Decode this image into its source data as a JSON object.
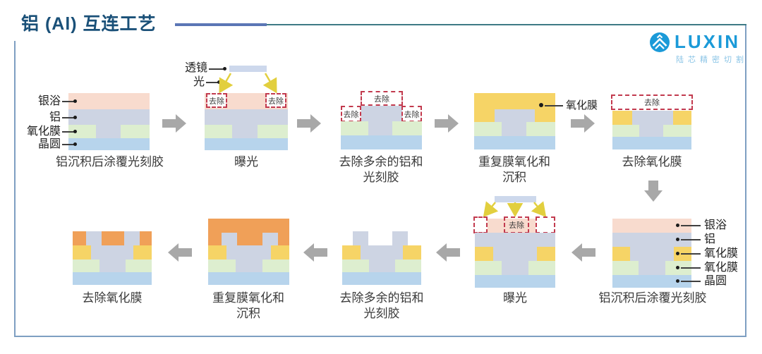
{
  "page": {
    "title": "铝 (Al) 互连工艺"
  },
  "logo": {
    "name": "LUXIN",
    "subtitle": "陆芯精密切割"
  },
  "labels": {
    "remove": "去除",
    "lens": "透镜",
    "light": "光",
    "oxide_callout": "氧化膜"
  },
  "stack_labels": {
    "s1": [
      "银浴",
      "铝",
      "氧化膜",
      "晶圆"
    ],
    "s6": [
      "银浴",
      "铝",
      "氧化膜",
      "氧化膜",
      "晶圆"
    ]
  },
  "steps_row1": [
    {
      "caption": "铝沉积后涂覆光刻胶"
    },
    {
      "caption": "曝光"
    },
    {
      "caption": "去除多余的铝和\n光刻胶"
    },
    {
      "caption": "重复膜氧化和\n沉积"
    },
    {
      "caption": "去除氧化膜"
    }
  ],
  "steps_row2": [
    {
      "caption": "去除氧化膜"
    },
    {
      "caption": "重复膜氧化和\n沉积"
    },
    {
      "caption": "去除多余的铝和\n光刻胶"
    },
    {
      "caption": "曝光"
    },
    {
      "caption": "铝沉积后涂覆光刻胶"
    }
  ],
  "colors": {
    "resist_pink": "#f8dbce",
    "aluminum_grey": "#cdd4e3",
    "oxide_green": "#ddeecf",
    "wafer_blue": "#b7d4ec",
    "oxide_yellow": "#f6d466",
    "oxide_orange": "#f0a058",
    "lens_blue": "#cdd8ec",
    "arrow_grey": "#a8a8a8",
    "remove_red": "#c23a4e",
    "light_yellow": "#e2cf3e",
    "title_blue": "#1a5078",
    "brand_blue": "#1b9ad8",
    "brand_light": "#8ac4e6",
    "frame_blue": "#7e9fc2",
    "accent_indigo": "#5b76b5",
    "accent_teal": "#3d7a85"
  }
}
